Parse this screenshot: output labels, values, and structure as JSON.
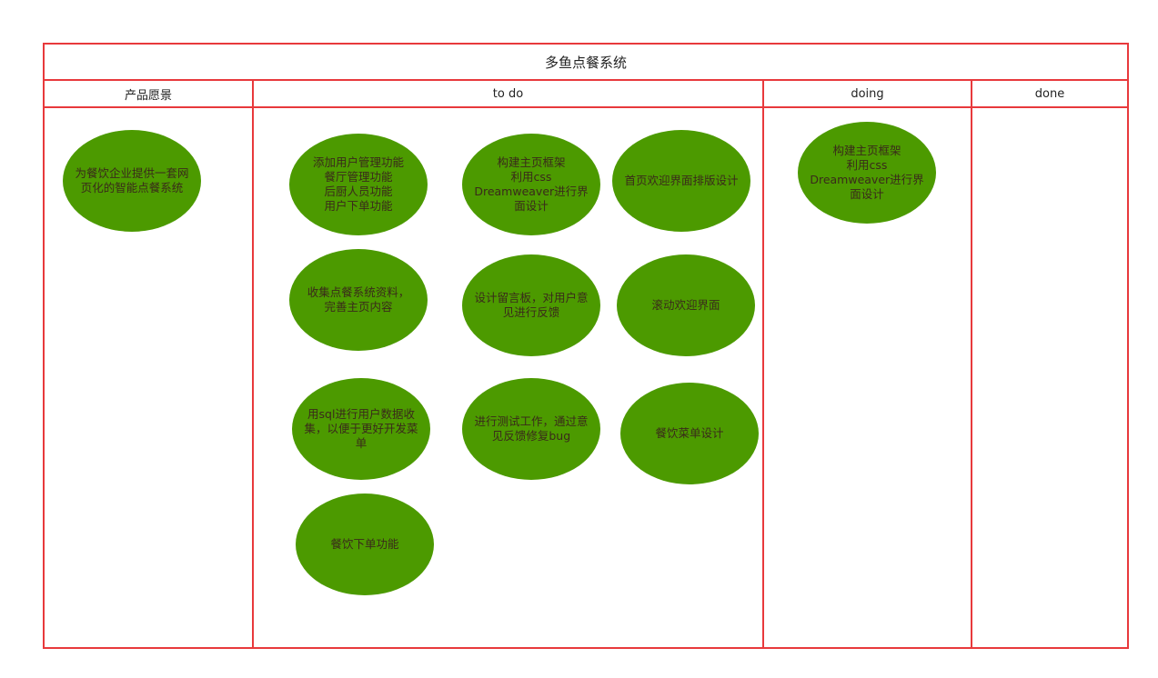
{
  "board": {
    "title": "多鱼点餐系统",
    "columns": [
      "产品愿景",
      "to do",
      "doing",
      "done"
    ]
  },
  "cards": {
    "vision": [
      "为餐饮企业提供一套网\n页化的智能点餐系统"
    ],
    "todo": [
      "添加用户管理功能\n餐厅管理功能\n后厨人员功能\n用户下单功能",
      "构建主页框架\n利用css\nDreamweaver进行界\n面设计",
      "首页欢迎界面排版设计",
      "收集点餐系统资料，\n完善主页内容",
      "设计留言板，对用户意\n见进行反馈",
      "滚动欢迎界面",
      "用sql进行用户数据收\n集，以便于更好开发菜\n单",
      "进行测试工作，通过意\n见反馈修复bug",
      "餐饮菜单设计",
      "餐饮下单功能"
    ],
    "doing": [
      "构建主页框架\n利用css\nDreamweaver进行界\n面设计"
    ]
  },
  "colors": {
    "border": "#e8393c",
    "card_fill": "#4c9a00",
    "card_text": "#3a2a1a"
  }
}
